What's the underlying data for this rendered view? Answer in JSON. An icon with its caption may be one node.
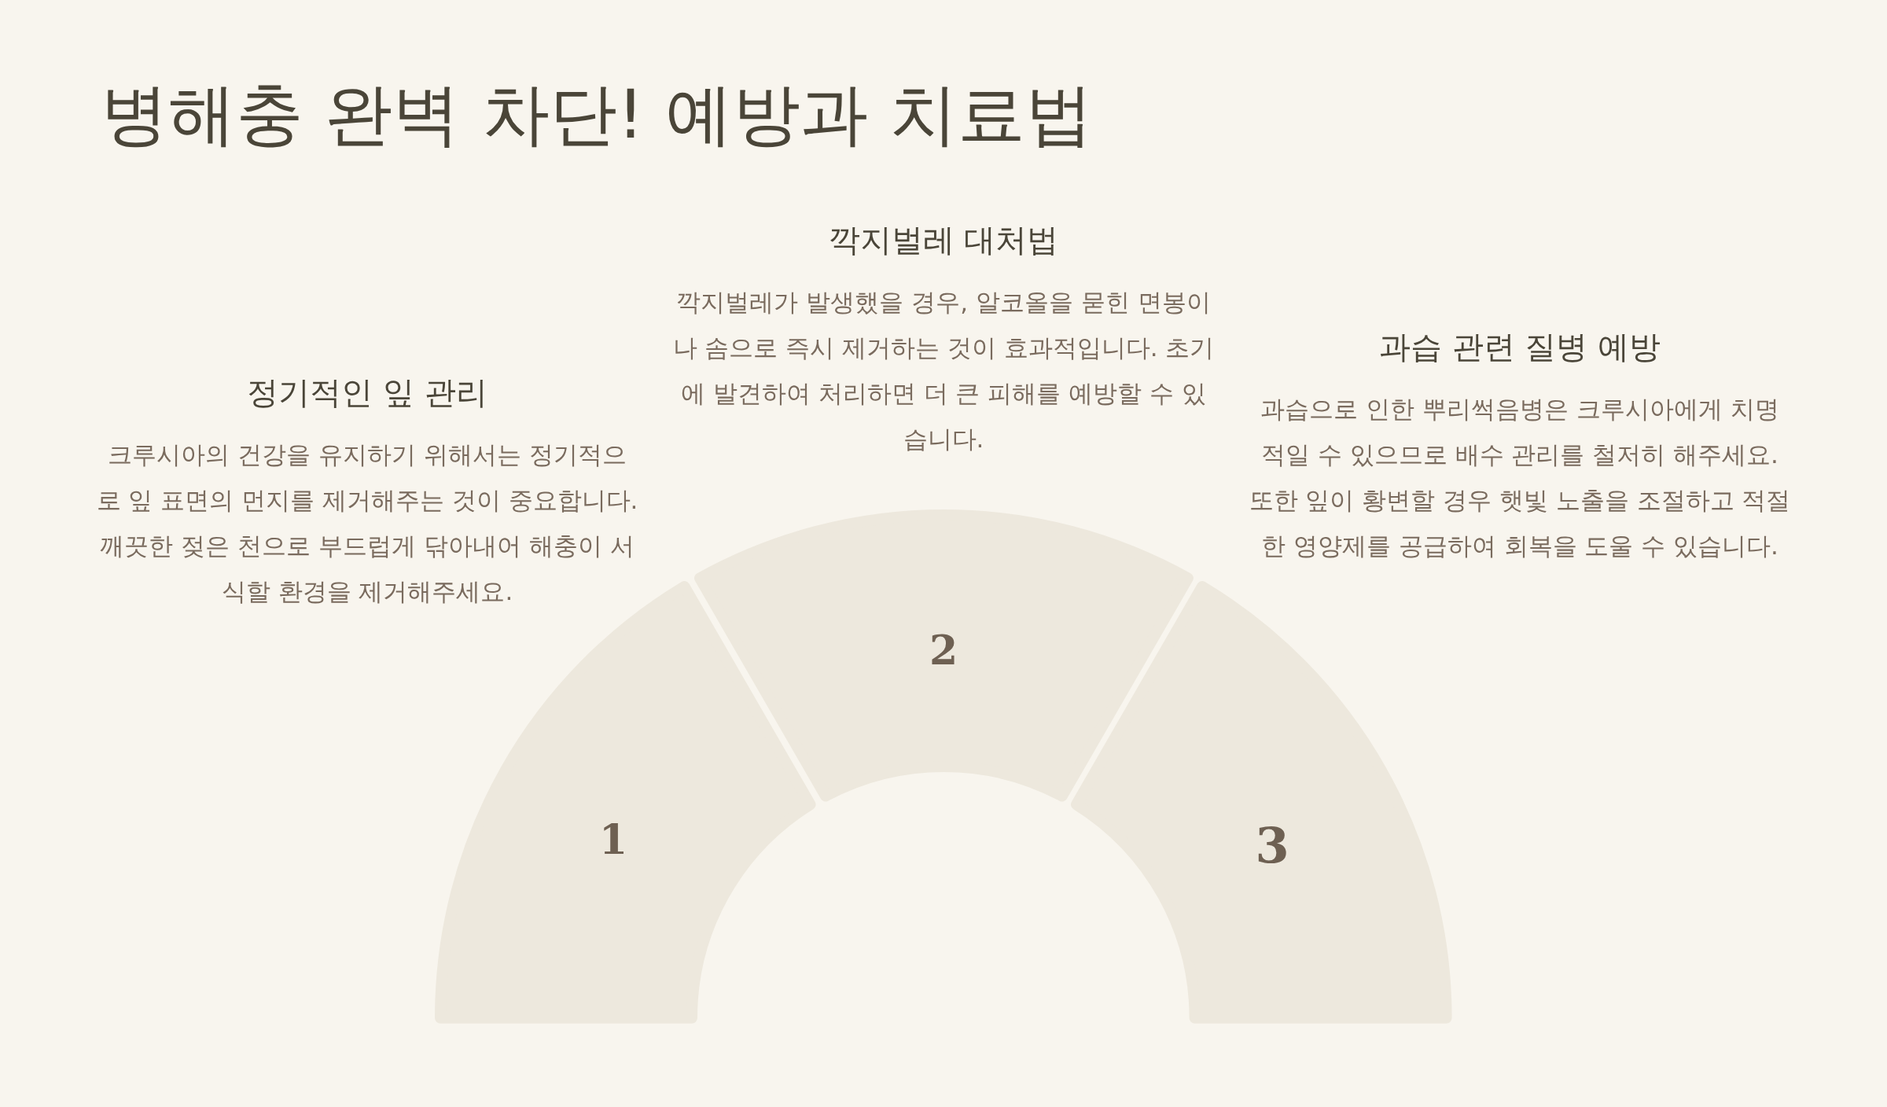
{
  "diagram": {
    "title": "병해충 완벽 차단! 예방과 치료법",
    "nodes": [
      {
        "text": [
          "1"
        ],
        "beside": [
          "정기적인 잎 관리",
          "크루시아의 건강을 유지하기 위해서는 정기적으로 잎 표면의 먼지를 제거해주는 것이 중요합니다. 깨끗한 젖은 천으로 부드럽게 닦아내어 해충이 서식할 환경을 제거해주세요."
        ]
      },
      {
        "text": [
          "2"
        ],
        "beside": [
          "깍지벌레 대처법",
          "깍지벌레가 발생했을 경우, 알코올을 묻힌 면봉이나 솜으로 즉시 제거하는 것이 효과적입니다. 초기에 발견하여 처리하면 더 큰 피해를 예방할 수 있습니다."
        ]
      },
      {
        "text": [
          "3"
        ],
        "beside": [
          "과습 관련 질병 예방",
          "과습으로 인한 뿌리썩음병은 크루시아에게 치명적일 수 있으므로 배수 관리를 철저히 해주세요. 또한 잎이 황변할 경우 햇빛 노출을 조절하고 적절한 영양제를 공급하여 회복을 도울 수 있습니다."
        ]
      }
    ]
  }
}
